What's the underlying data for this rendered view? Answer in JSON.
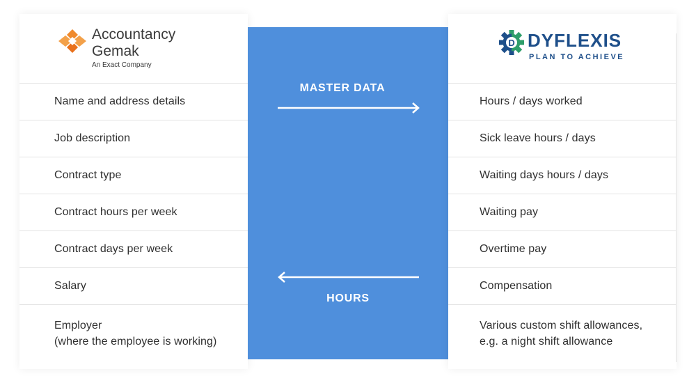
{
  "left": {
    "logo_name_line1": "Accountancy",
    "logo_name_line2": "Gemak",
    "logo_subtitle": "An Exact Company",
    "items": [
      "Name and address details",
      "Job description",
      "Contract type",
      "Contract hours per week",
      "Contract days per week",
      "Salary"
    ],
    "last_item_line1": "Employer",
    "last_item_line2": "(where the employee is working)"
  },
  "center": {
    "top_label": "MASTER DATA",
    "bottom_label": "HOURS",
    "color": "#4f8fdc"
  },
  "right": {
    "logo_name": "DYFLEXIS",
    "logo_tagline": "PLAN TO ACHIEVE",
    "items": [
      "Hours / days worked",
      "Sick leave hours / days",
      "Waiting days hours / days",
      "Waiting pay",
      "Overtime pay",
      "Compensation"
    ],
    "last_item_line1": "Various custom shift allowances,",
    "last_item_line2": "e.g. a night shift allowance"
  },
  "icons": [
    "accountancy-gemak-logo-icon",
    "dyflexis-gear-logo-icon",
    "arrow-right-icon",
    "arrow-left-icon"
  ]
}
